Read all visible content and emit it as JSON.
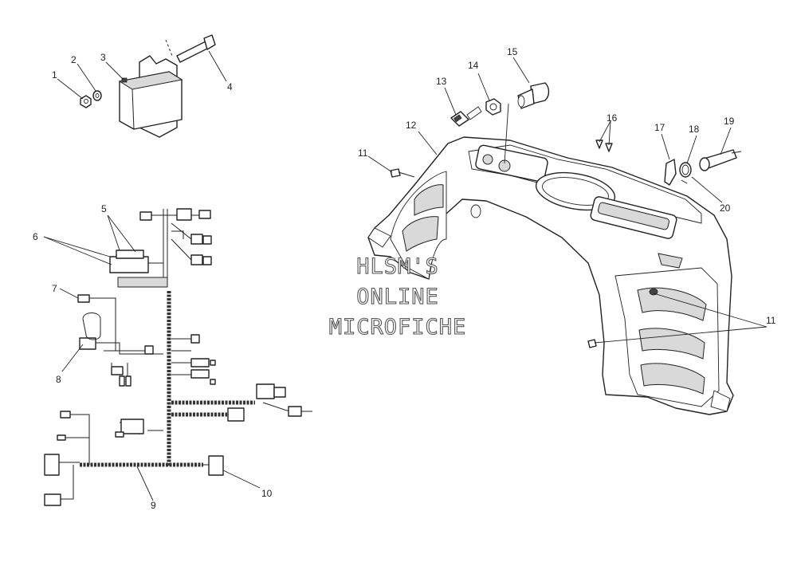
{
  "watermark": {
    "line1": "HLSM'S",
    "line2": "ONLINE",
    "line3": "MICROFICHE"
  },
  "callouts": {
    "c1": "1",
    "c2": "2",
    "c3": "3",
    "c4": "4",
    "c5": "5",
    "c6": "6",
    "c7": "7",
    "c8": "8",
    "c9": "9",
    "c10": "10",
    "c11a": "11",
    "c11b": "11",
    "c12": "12",
    "c13": "13",
    "c14": "14",
    "c15": "15",
    "c16": "16",
    "c17": "17",
    "c18": "18",
    "c19": "19",
    "c20": "20"
  }
}
